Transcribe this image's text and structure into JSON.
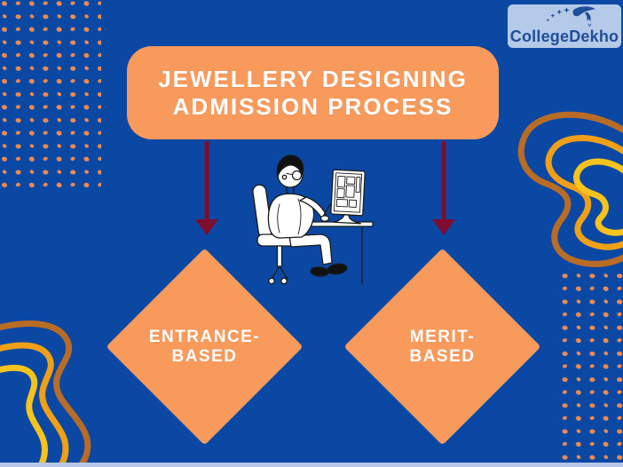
{
  "colors": {
    "bg": "#0B48A4",
    "orange": "#F79A5C",
    "dot-orange": "#F08A4E",
    "arrow-maroon": "#7D0E30",
    "wave-brown": "#B96C26",
    "wave-gold": "#EFA018",
    "wave-yellow": "#F6C31C",
    "logo-bg": "#B5C9E9",
    "logo-navy": "#1F4E98",
    "text-white": "#FFFFFF",
    "bottom-strip": "#B7C7E8"
  },
  "header": {
    "logo": {
      "brand": "CollegeDekho",
      "icon": "stars-and-graduation-swoosh-icon"
    },
    "title": {
      "lines": [
        "JEWELLERY DESIGNING",
        "ADMISSION PROCESS"
      ]
    }
  },
  "flow": {
    "illustration": "person-designing-jewellery-at-computer",
    "branches": [
      {
        "id": "entrance-based",
        "lines": [
          "ENTRANCE-",
          "BASED"
        ]
      },
      {
        "id": "merit-based",
        "lines": [
          "MERIT-",
          "BASED"
        ]
      }
    ]
  }
}
